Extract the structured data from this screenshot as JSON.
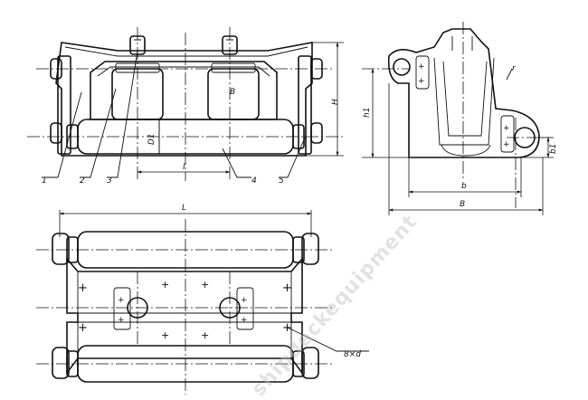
{
  "labels": {
    "part1": "1",
    "part2": "2",
    "part3": "3",
    "part4": "4",
    "part5": "5",
    "D1": "D1",
    "B": "B",
    "l": "l",
    "H": "H",
    "L": "L",
    "h1": "h1",
    "b": "b",
    "b1": "b1",
    "B_side": "B",
    "r": "r",
    "holes": "8×d"
  },
  "watermark": "shipdeckequipment"
}
